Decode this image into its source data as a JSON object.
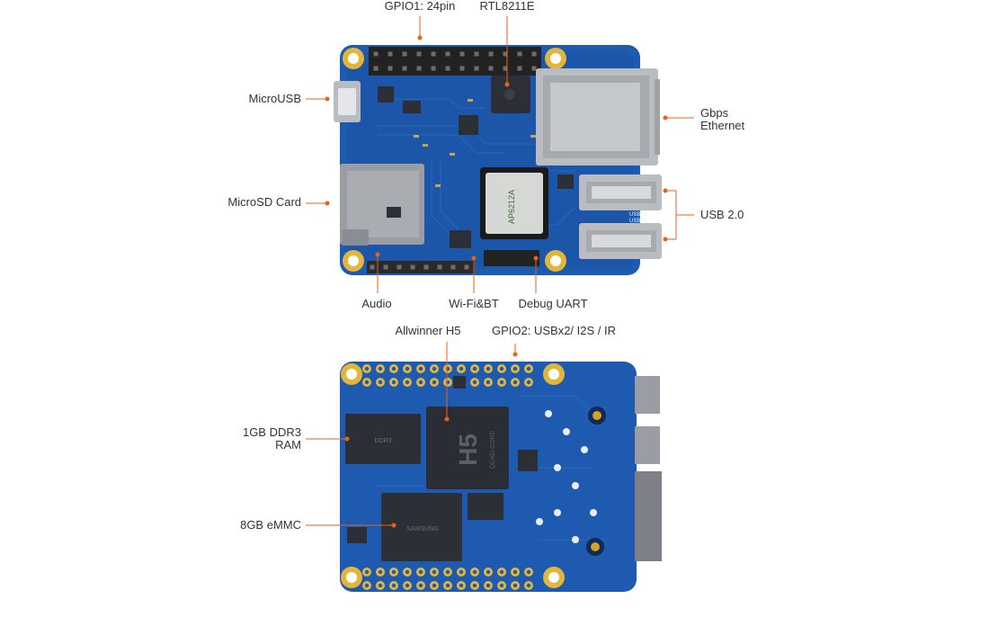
{
  "accent_color": "#e8621a",
  "board_colors": {
    "pcb": "#1e5bb0",
    "pcb_dark": "#164a94",
    "silk": "#e9eef8",
    "gold": "#e3b53a",
    "header": "#222222",
    "metal": "#b9bcc0"
  },
  "top_view": {
    "labels": {
      "gpio1": "GPIO1: 24pin",
      "rtl": "RTL8211E",
      "microusb": "MicroUSB",
      "ethernet_line1": "Gbps",
      "ethernet_line2": "Ethernet",
      "microsd": "MicroSD Card",
      "usb2": "USB 2.0",
      "audio": "Audio",
      "wifi": "Wi-Fi&BT",
      "debug": "Debug UART"
    },
    "chip_marks": {
      "wifi_module": "AP6212A",
      "usb_a": "USBH2",
      "usb_b": "USBH1"
    }
  },
  "bottom_view": {
    "labels": {
      "allwinner": "Allwinner H5",
      "gpio2": "GPIO2: USBx2/ I2S / IR",
      "ddr_line1": "1GB DDR3",
      "ddr_line2": "RAM",
      "emmc": "8GB eMMC"
    },
    "chip_marks": {
      "soc_big": "H5",
      "soc_sub": "QUAD-CORE",
      "emmc_chip": "SAMSUNG",
      "ram_chip": "DDR3"
    }
  }
}
